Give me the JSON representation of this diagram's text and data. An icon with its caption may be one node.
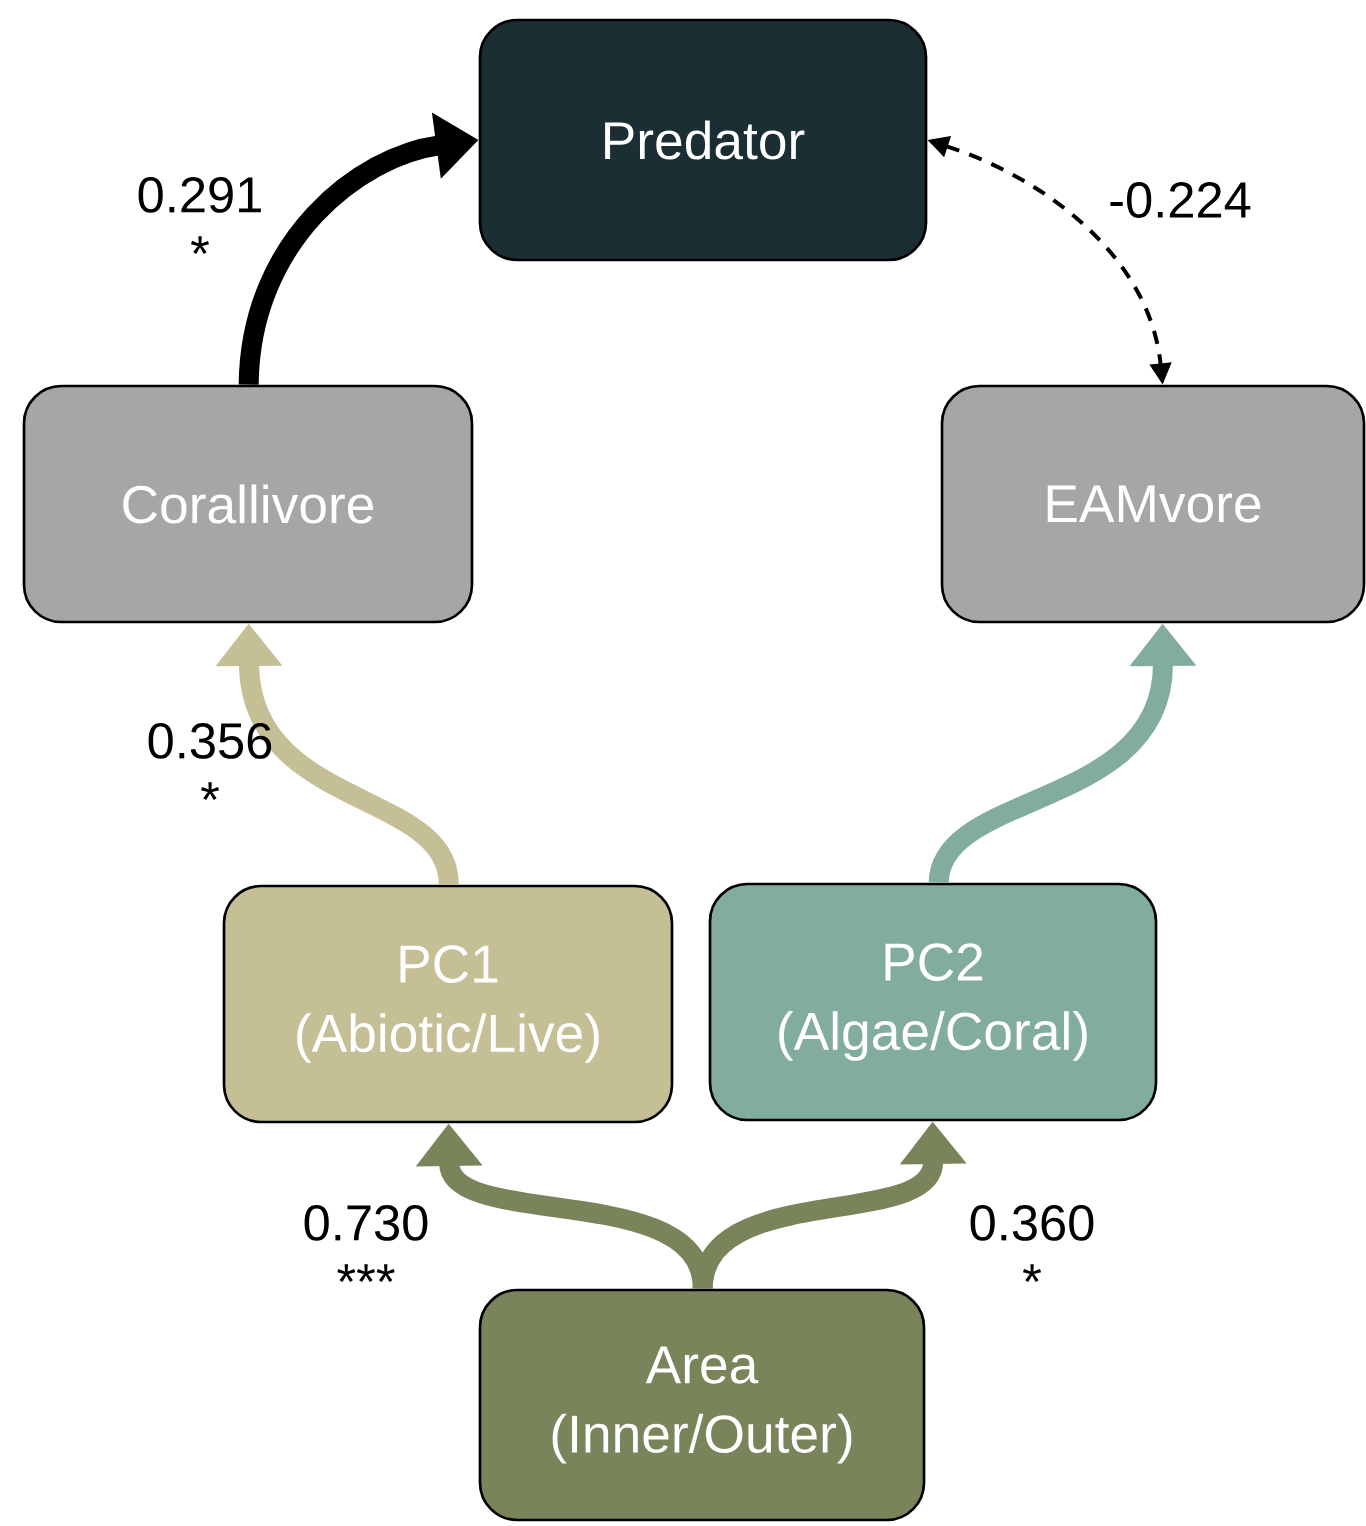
{
  "diagram": {
    "nodes": [
      {
        "text": [
          "Predator"
        ]
      },
      {
        "text": [
          "Corallivore"
        ]
      },
      {
        "text": [
          "EAMvore"
        ]
      },
      {
        "text": [
          "PC1",
          "(Abiotic/Live)"
        ]
      },
      {
        "text": [
          "PC2",
          "(Algae/Coral)"
        ]
      },
      {
        "text": [
          "Area",
          "(Inner/Outer)"
        ]
      }
    ],
    "edges": [
      {
        "from": 1,
        "to": 0,
        "arrow": "to",
        "label": "0.291 *"
      },
      {
        "from": 0,
        "to": 2,
        "arrow": "both",
        "label": "-0.224",
        "style": "dashed"
      },
      {
        "from": 3,
        "to": 1,
        "arrow": "to",
        "label": "0.356 *",
        "color": "#c4bf95"
      },
      {
        "from": 4,
        "to": 2,
        "arrow": "to",
        "color": "#82ac9b"
      },
      {
        "from": 5,
        "to": 3,
        "arrow": "to",
        "label": "0.730 ***",
        "color": "#7a845a"
      },
      {
        "from": 5,
        "to": 4,
        "arrow": "to",
        "label": "0.360 *",
        "color": "#7a845a"
      }
    ]
  }
}
